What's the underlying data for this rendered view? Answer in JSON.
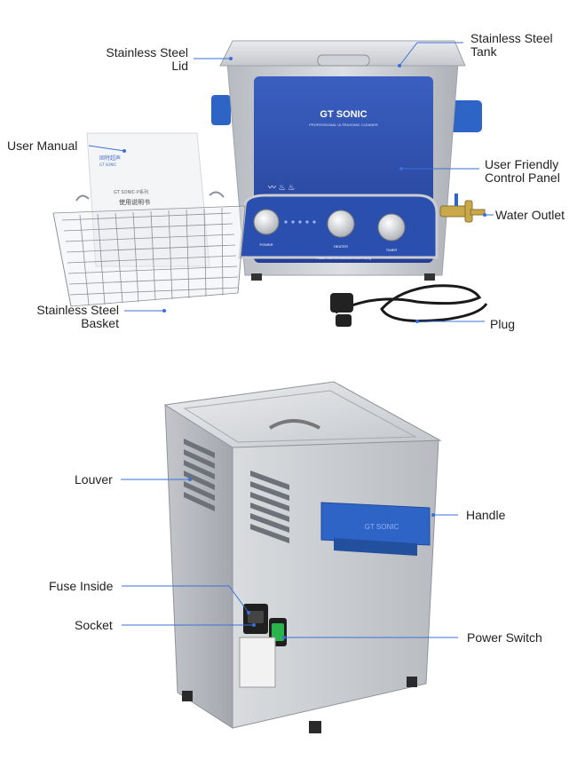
{
  "top_figure": {
    "labels": {
      "stainless_steel_lid": [
        "Stainless Steel",
        "Lid"
      ],
      "stainless_steel_tank": [
        "Stainless Steel",
        "Tank"
      ],
      "user_manual": "User Manual",
      "user_friendly_control_panel": [
        "User Friendly",
        "Control Panel"
      ],
      "water_outlet": "Water Outlet",
      "stainless_steel_basket": [
        "Stainless Steel",
        "Basket"
      ],
      "plug": "Plug"
    },
    "panel_brand": "GT SONIC",
    "panel_subtitle": "PROFESSIONAL ULTRASONIC CLEANER",
    "knob_labels": [
      "POWER",
      "HEATER",
      "TIMER"
    ],
    "panel_footer": "Please read the instruction before using",
    "manual_cover": {
      "brand_cn": "固特超声",
      "brand_en": "GT SONIC",
      "series": "GT SONIC-P系列",
      "title_cn": "使用说明书"
    }
  },
  "bottom_figure": {
    "labels": {
      "louver": "Louver",
      "handle": "Handle",
      "fuse_inside": "Fuse Inside",
      "socket": "Socket",
      "power_switch": "Power Switch"
    },
    "handle_brand": "GT SONIC"
  },
  "colors": {
    "leader_line": "#3a6fd8",
    "panel_blue": "#2b4fae",
    "steel": "#c9ccd1",
    "steel_dark": "#9ea3aa",
    "handle_blue": "#2f64c7",
    "switch_green": "#29b34a"
  }
}
